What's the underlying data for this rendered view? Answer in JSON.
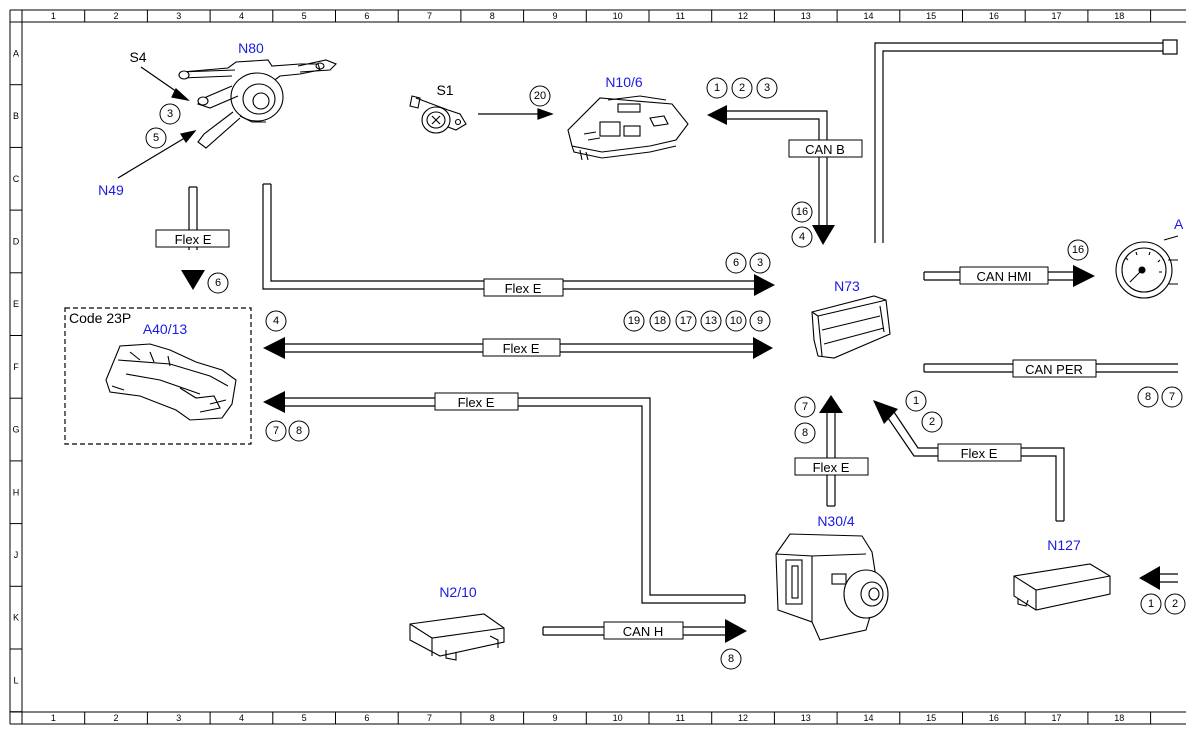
{
  "grid": {
    "columns": [
      "1",
      "2",
      "3",
      "4",
      "5",
      "6",
      "7",
      "8",
      "9",
      "10",
      "11",
      "12",
      "13",
      "14",
      "15",
      "16",
      "17",
      "18"
    ],
    "rows": [
      "A",
      "B",
      "C",
      "D",
      "E",
      "F",
      "G",
      "H",
      "J",
      "K",
      "L"
    ]
  },
  "components": {
    "n80": "N80",
    "s4": "S4",
    "n49": "N49",
    "s1": "S1",
    "n10_6": "N10/6",
    "n73": "N73",
    "code_23p": "Code 23P",
    "a40_13": "A40/13",
    "n30_4": "N30/4",
    "n127": "N127",
    "n2_10": "N2/10",
    "a_partial": "A"
  },
  "buses": {
    "flex_e": "Flex E",
    "can_b": "CAN B",
    "can_hmi": "CAN HMI",
    "can_per": "CAN PER",
    "can_h": "CAN H"
  },
  "circles": {
    "c3_s4": "3",
    "c5_n49": "5",
    "c20_s1": "20",
    "c1_canb": "1",
    "c2_canb": "2",
    "c3_canb": "3",
    "c16_canb": "16",
    "c4_canb": "4",
    "c6_flexe1": "6",
    "c6_flexe2": "6",
    "c3_flexe2": "3",
    "c4_flexe3": "4",
    "c19": "19",
    "c18": "18",
    "c17": "17",
    "c13": "13",
    "c10": "10",
    "c9": "9",
    "c7_flexe4": "7",
    "c8_flexe4": "8",
    "c7_n30": "7",
    "c8_n30": "8",
    "c1_n127": "1",
    "c2_n127": "2",
    "c16_hmi": "16",
    "c8_per": "8",
    "c7_per": "7",
    "c8_canh": "8",
    "c1_right": "1",
    "c2_right": "2"
  }
}
